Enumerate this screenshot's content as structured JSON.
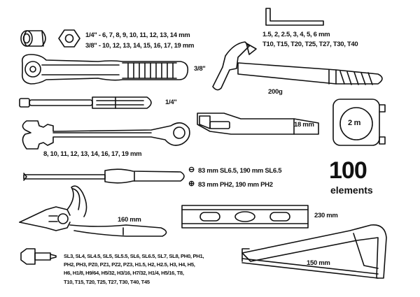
{
  "sockets": {
    "line1": "1/4\" - 6, 7, 8, 9, 10, 11, 12, 13, 14 mm",
    "line2": "3/8\" - 10, 12, 13, 14, 15, 16, 17, 19 mm"
  },
  "ratchet": {
    "label": "3/8\""
  },
  "extension": {
    "label": "1/4\""
  },
  "wrenches": {
    "label": "8, 10, 11, 12, 13, 14, 16, 17, 19 mm"
  },
  "hex_keys": {
    "line1": "1.5, 2, 2.5, 3, 4, 5, 6 mm",
    "line2": "T10, T15, T20, T25, T27, T30, T40"
  },
  "hammer": {
    "label": "200g"
  },
  "knife": {
    "label": "18 mm"
  },
  "tape": {
    "label": "2 m"
  },
  "screwdrivers": {
    "flat": "83 mm SL6.5, 190 mm SL6.5",
    "phillips": "83 mm PH2, 190 mm PH2",
    "minus_symbol": "⊖",
    "plus_symbol": "⊕"
  },
  "count": {
    "number": "100",
    "word": "elements"
  },
  "pliers": {
    "label": "160 mm"
  },
  "level": {
    "label": "230 mm"
  },
  "saw": {
    "label": "150 mm"
  },
  "bits": {
    "lines": [
      "SL3, SL4, SL4.5, SL5, SL5.5, SL6, SL6.5, SL7, SL8, PH0, PH1,",
      "PH2, PH3, PZ0, PZ1, PZ2, PZ3, H1.5, H2, H2.5, H3, H4, H5,",
      "H6, H1/8, H9/64, H5/32, H3/16, H7/32, H1/4, H5/16, T8,",
      "T10, T15, T20, T25, T27, T30, T40, T45"
    ]
  },
  "colors": {
    "ink": "#111111",
    "background": "#ffffff"
  }
}
